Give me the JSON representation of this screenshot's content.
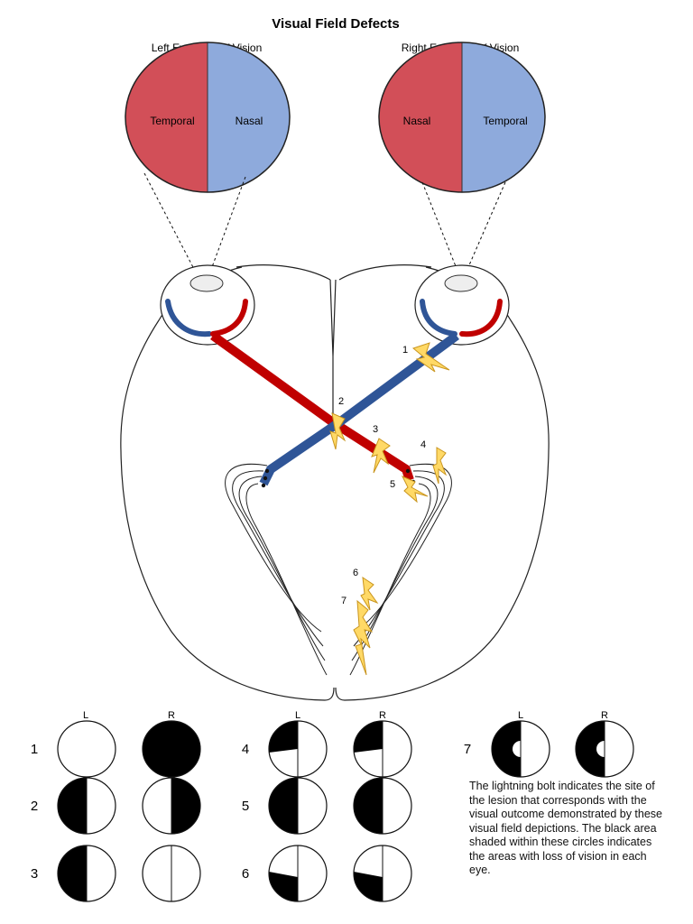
{
  "diagram": {
    "title": "Visual Field Defects",
    "left_eye_title": "Left Eye Field of Vision",
    "right_eye_title": "Right Eye Field of Vision",
    "left_eye_halves": [
      "Temporal",
      "Nasal"
    ],
    "right_eye_halves": [
      "Nasal",
      "Temporal"
    ],
    "colors": {
      "temporal_red": "#d24f58",
      "nasal_blue": "#8eaadc",
      "tract_red": "#c00000",
      "tract_blue": "#2f5597",
      "bolt": "#ffd966",
      "bolt_stroke": "#c9951e"
    },
    "lesion_labels": [
      "1",
      "2",
      "3",
      "4",
      "5",
      "6",
      "7"
    ]
  },
  "defects": {
    "col_labels": [
      "L",
      "R"
    ],
    "rows": [
      {
        "id": "1",
        "left": "none",
        "right": "full"
      },
      {
        "id": "2",
        "left": "left-half",
        "right": "right-half"
      },
      {
        "id": "3",
        "left": "left-half",
        "right": "right-half-none"
      },
      {
        "id": "4",
        "left": "upper-left-quadrant",
        "right": "upper-left-quadrant"
      },
      {
        "id": "5",
        "left": "left-half",
        "right": "left-half"
      },
      {
        "id": "6",
        "left": "lower-left-quadrant",
        "right": "lower-left-quadrant"
      },
      {
        "id": "7",
        "left": "left-half-macular-sparing",
        "right": "left-half-macular-sparing"
      }
    ],
    "note": "The lightning bolt indicates the site of the lesion that corresponds with the visual outcome demonstrated by these visual field depictions. The black area shaded within these circles indicates the areas with loss of vision in each eye."
  }
}
